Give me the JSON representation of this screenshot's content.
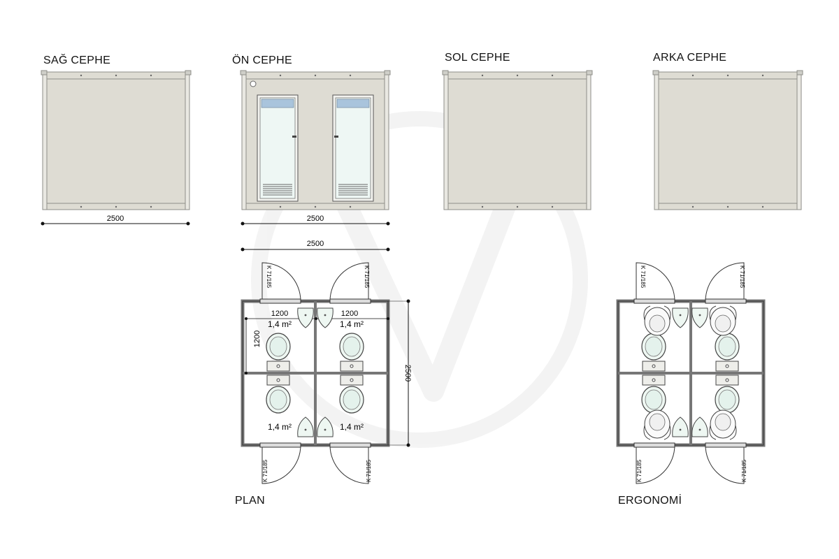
{
  "elevations": {
    "right": {
      "title": "SAĞ CEPHE",
      "width_dim": "2500"
    },
    "front": {
      "title": "ÖN CEPHE",
      "width_dim": "2500"
    },
    "left": {
      "title": "SOL CEPHE"
    },
    "back": {
      "title": "ARKA CEPHE"
    }
  },
  "plan": {
    "title": "PLAN",
    "top_dim": "2500",
    "side_dim": "2500",
    "cell_width_left": "1200",
    "cell_width_right": "1200",
    "cell_height": "1200",
    "areas": [
      "1,4 m²",
      "1,4 m²",
      "1,4 m²",
      "1,4 m²"
    ],
    "door_code": "K 71/185"
  },
  "ergonomi": {
    "title": "ERGONOMİ",
    "door_code": "K 71/185"
  },
  "colors": {
    "panel_fill": "#dedcd3",
    "frame": "#9a9a94",
    "line": "#333333",
    "glass": "#eaf6f2",
    "watermark": "#ececec"
  }
}
